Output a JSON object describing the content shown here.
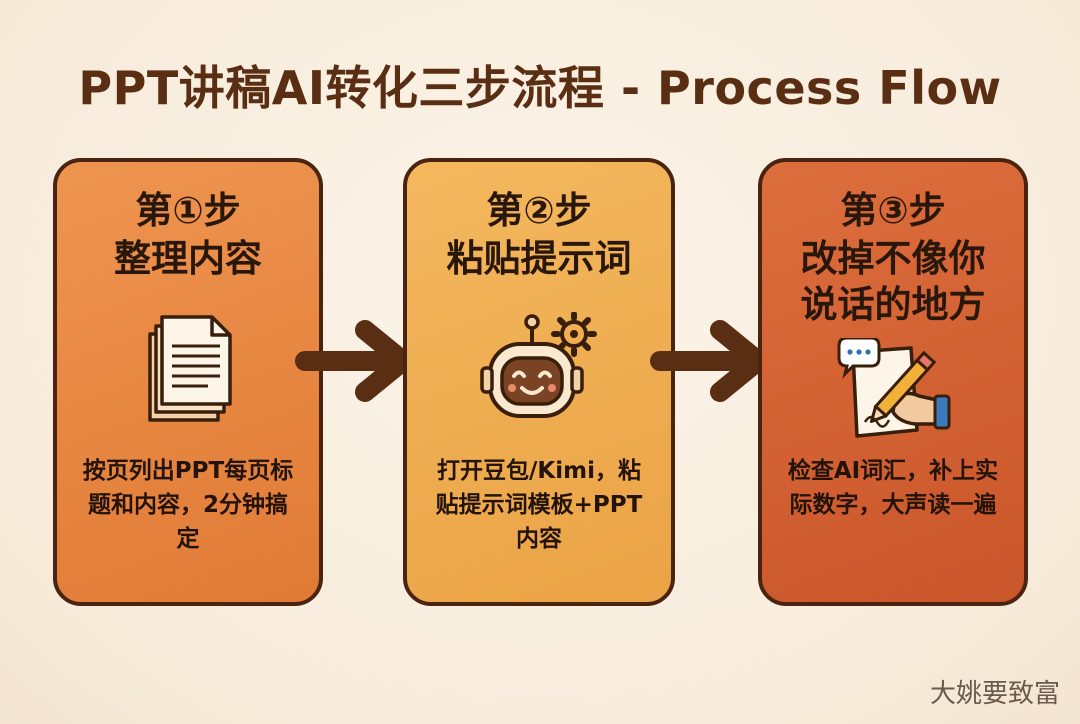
{
  "title": "PPT讲稿AI转化三步流程 - Process Flow",
  "steps": [
    {
      "number": "第①步",
      "name": "整理内容",
      "name_line2": "",
      "icon": "document-stack-icon",
      "description": "按页列出PPT每页标题和内容，2分钟搞定"
    },
    {
      "number": "第②步",
      "name": "粘贴提示词",
      "name_line2": "",
      "icon": "robot-gear-icon",
      "description": "打开豆包/Kimi，粘贴提示词模板+PPT内容"
    },
    {
      "number": "第③步",
      "name": "改掉不像你",
      "name_line2": "说话的地方",
      "icon": "pencil-writing-icon",
      "description": "检查AI词汇，补上实际数字，大声读一遍"
    }
  ],
  "watermark": "大姚要致富",
  "colors": {
    "title": "#5a2e12",
    "card1": "#e88a45",
    "card2": "#f0ad52",
    "card3": "#d3623a",
    "border": "#4a2410",
    "arrow": "#5a2e12"
  }
}
